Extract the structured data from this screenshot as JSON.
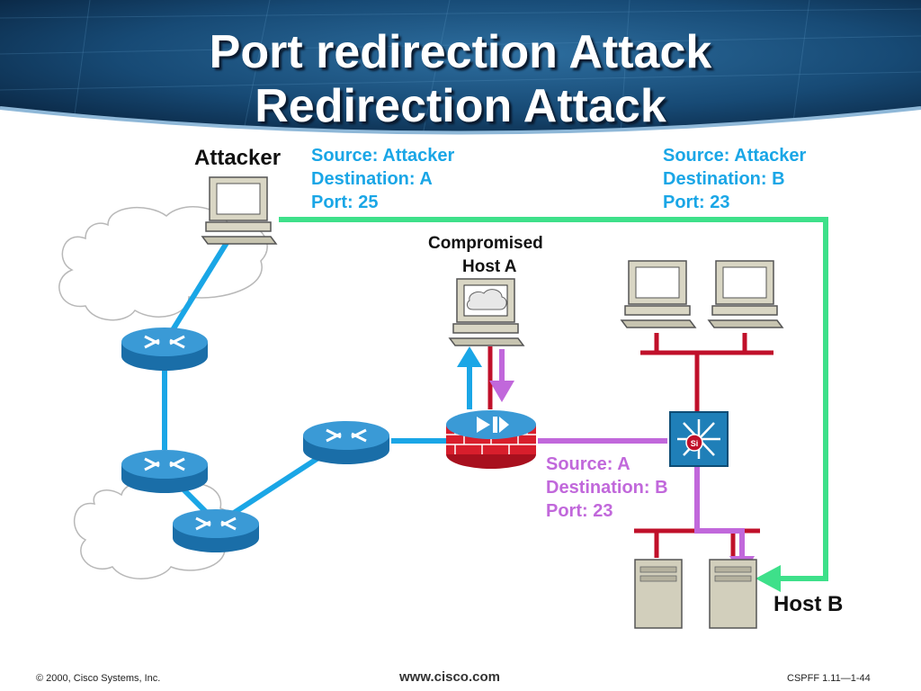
{
  "title": {
    "line1": "Port redirection Attack",
    "line2": "Redirection Attack"
  },
  "labels": {
    "attacker": "Attacker",
    "compromised_host": {
      "line1": "Compromised",
      "line2": "Host A"
    },
    "host_b": "Host B"
  },
  "packets": [
    {
      "source": "Source: Attacker",
      "destination": "Destination: A",
      "port": "Port: 25"
    },
    {
      "source": "Source: Attacker",
      "destination": "Destination: B",
      "port": "Port: 23"
    },
    {
      "source": "Source: A",
      "destination": "Destination: B",
      "port": "Port: 23"
    }
  ],
  "footer": {
    "copyright": "© 2000, Cisco Systems, Inc.",
    "url": "www.cisco.com",
    "code": "CSPFF 1.11—1-44"
  },
  "colors": {
    "attacker_path": "#1aa6e6",
    "redirect_path": "#3ee08a",
    "compromised_path": "#c168db",
    "lan": "#c0102a",
    "device_blue": "#1f7fb8"
  }
}
